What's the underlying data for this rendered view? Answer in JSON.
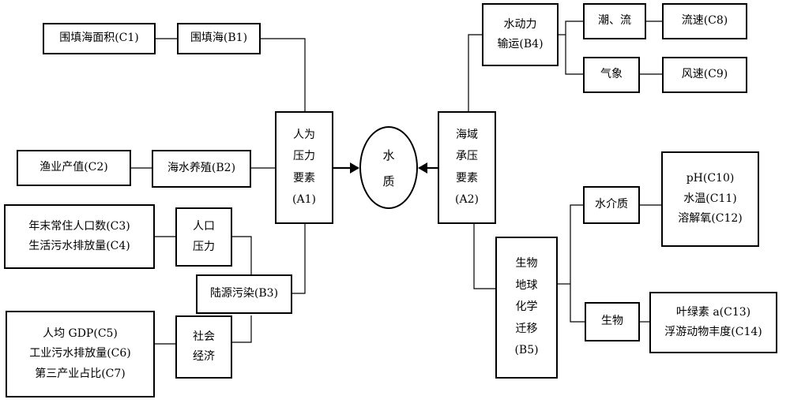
{
  "center": [
    "水",
    "质"
  ],
  "a1": [
    "人为",
    "压力",
    "要素",
    "(A1)"
  ],
  "a2": [
    "海域",
    "承压",
    "要素",
    "(A2)"
  ],
  "b1": "围填海(B1)",
  "b2": "海水养殖(B2)",
  "b3": "陆源污染(B3)",
  "b4": [
    "水动力",
    "输运(B4)"
  ],
  "b5": [
    "生物",
    "地球",
    "化学",
    "迁移",
    "(B5)"
  ],
  "pop": [
    "人口",
    "压力"
  ],
  "econ": [
    "社会",
    "经济"
  ],
  "chao": "潮、流",
  "qixiang": "气象",
  "shuijiezhi": "水介质",
  "shengwu": "生物",
  "c1": "围填海面积(C1)",
  "c2": "渔业产值(C2)",
  "c3c4": [
    "年末常住人口数(C3)",
    "生活污水排放量(C4)"
  ],
  "c5c7": [
    "人均 GDP(C5)",
    "工业污水排放量(C6)",
    "第三产业占比(C7)"
  ],
  "c8": "流速(C8)",
  "c9": "风速(C9)",
  "c10c12": [
    "pH(C10)",
    "水温(C11)",
    "溶解氧(C12)"
  ],
  "c13c14": [
    "叶绿素 a(C13)",
    "浮游动物丰度(C14)"
  ]
}
